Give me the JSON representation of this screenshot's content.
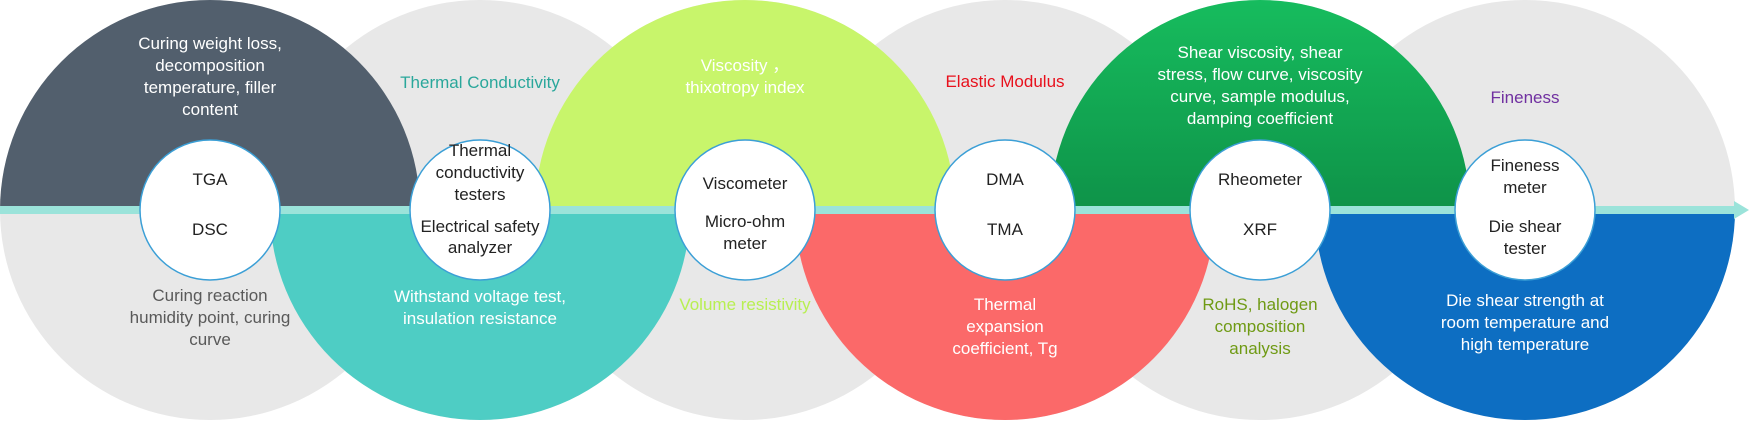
{
  "colors": {
    "gray_bg": "#e8e8e8",
    "slate": "#525f6d",
    "teal": "#4ecdc4",
    "lime": "#c8f56b",
    "coral": "#ff6b6b",
    "green_top": "#19c060",
    "green_bottom": "#07612f",
    "blue": "#0d6ec2",
    "axis": "#9be3da",
    "ring": "#3b9fd6"
  },
  "instruments": [
    {
      "top": [
        "TGA"
      ],
      "bottom": [
        "DSC"
      ]
    },
    {
      "top": [
        "Thermal",
        "conductivity",
        "testers"
      ],
      "bottom": [
        "Electrical safety",
        "analyzer"
      ]
    },
    {
      "top": [
        "Viscometer"
      ],
      "bottom": [
        "Micro-ohm",
        "meter"
      ]
    },
    {
      "top": [
        "DMA"
      ],
      "bottom": [
        "TMA"
      ]
    },
    {
      "top": [
        "Rheometer"
      ],
      "bottom": [
        "XRF"
      ]
    },
    {
      "top": [
        "Fineness",
        "meter"
      ],
      "bottom": [
        "Die shear",
        "tester"
      ]
    }
  ],
  "descriptions_top": [
    {
      "lines": [
        "Curing weight loss,",
        "decomposition",
        "temperature, filler",
        "content"
      ],
      "color": "#ffffff"
    },
    {
      "lines": [
        "Thermal Conductivity"
      ],
      "color": "#2aa79b"
    },
    {
      "lines": [
        "Viscosity ，",
        "thixotropy index"
      ],
      "color": "#ffffff"
    },
    {
      "lines": [
        "Elastic Modulus"
      ],
      "color": "#e8101c"
    },
    {
      "lines": [
        "Shear viscosity, shear",
        "stress, flow curve, viscosity",
        "curve, sample modulus,",
        "damping coefficient"
      ],
      "color": "#ffffff"
    },
    {
      "lines": [
        "Fineness"
      ],
      "color": "#7030a0"
    }
  ],
  "descriptions_bottom": [
    {
      "lines": [
        "Curing reaction",
        "humidity point, curing",
        "curve"
      ],
      "color": "#595959"
    },
    {
      "lines": [
        "Withstand voltage test,",
        "insulation resistance"
      ],
      "color": "#ffffff"
    },
    {
      "lines": [
        "Volume resistivity"
      ],
      "color": "#b8ef52"
    },
    {
      "lines": [
        "Thermal",
        "expansion",
        "coefficient, Tg"
      ],
      "color": "#ffffff"
    },
    {
      "lines": [
        "RoHS, halogen",
        "composition",
        "analysis"
      ],
      "color": "#6f9a14"
    },
    {
      "lines": [
        "Die shear strength at",
        "room temperature and",
        "high temperature"
      ],
      "color": "#ffffff"
    }
  ]
}
